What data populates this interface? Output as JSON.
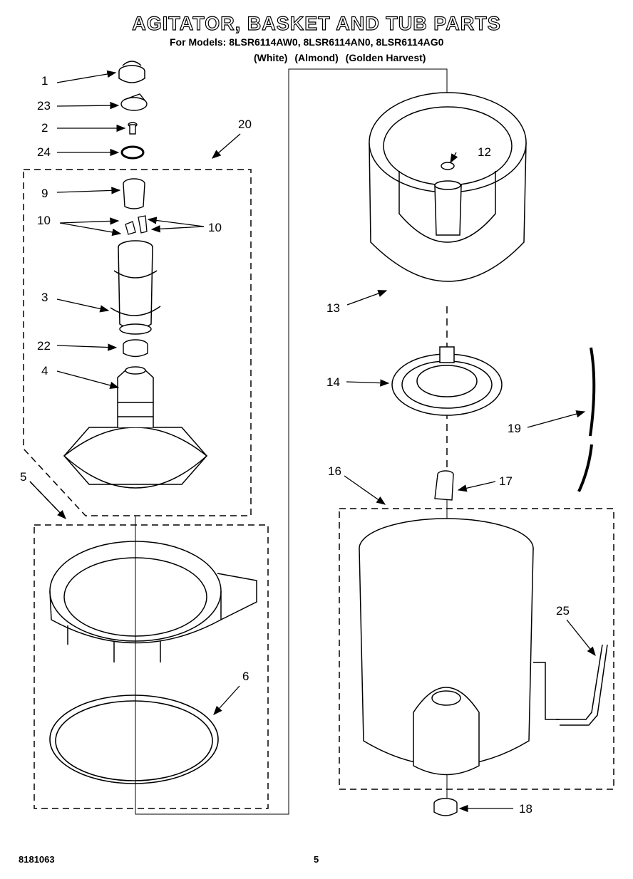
{
  "header": {
    "title": "AGITATOR, BASKET AND TUB PARTS",
    "models_line": "For Models: 8LSR6114AW0, 8LSR6114AN0, 8LSR6114AG0",
    "colors": [
      "(White)",
      "(Almond)",
      "(Golden Harvest)"
    ]
  },
  "callouts": {
    "c1": "1",
    "c23": "23",
    "c2": "2",
    "c24": "24",
    "c20": "20",
    "c9": "9",
    "c10a": "10",
    "c10b": "10",
    "c3": "3",
    "c22": "22",
    "c4": "4",
    "c5": "5",
    "c6": "6",
    "c12": "12",
    "c13": "13",
    "c14": "14",
    "c19": "19",
    "c16": "16",
    "c17": "17",
    "c25": "25",
    "c18": "18"
  },
  "footer": {
    "doc_number": "8181063",
    "page_number": "5"
  }
}
